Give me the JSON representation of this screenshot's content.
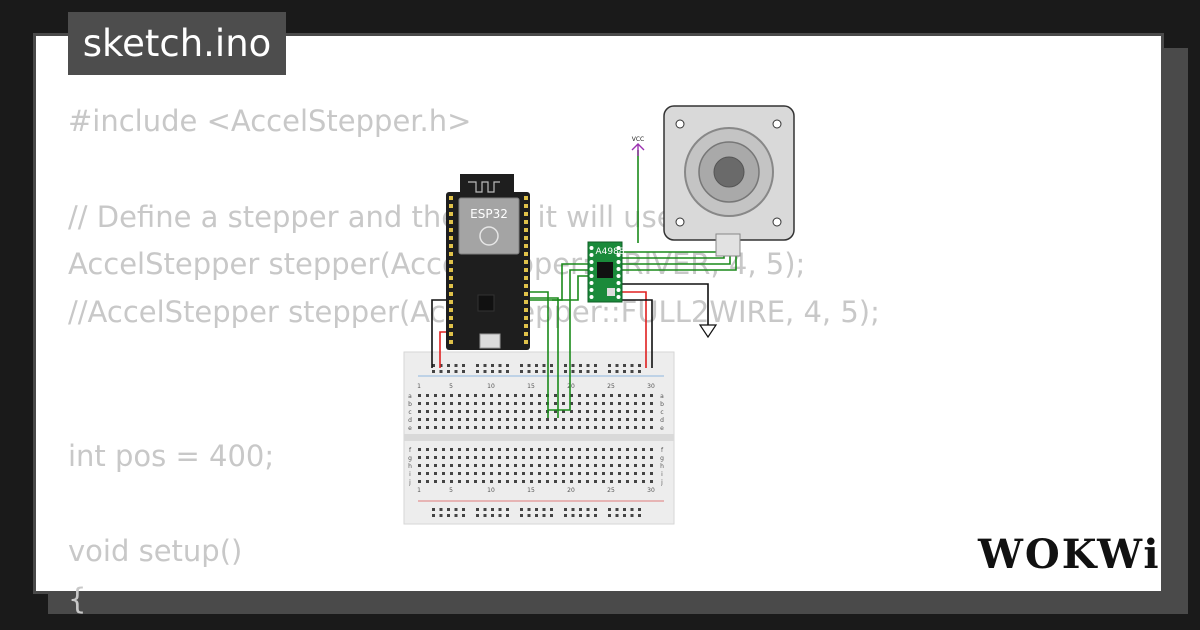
{
  "header": {
    "filename": "sketch.ino"
  },
  "code": {
    "lines": [
      "#include <AccelStepper.h>",
      "",
      "// Define a stepper and the pins it will use",
      "AccelStepper stepper(AccelStepper::DRIVER, 4, 5);",
      "//AccelStepper stepper(AccelStepper::FULL2WIRE, 4, 5);",
      "",
      "",
      "int pos = 400;",
      "",
      "void setup()",
      "{"
    ]
  },
  "diagram": {
    "esp32_label": "ESP32",
    "driver_label": "A4988",
    "vcc_label": "VCC",
    "breadboard_columns": [
      "1",
      "5",
      "10",
      "15",
      "20",
      "25",
      "30"
    ],
    "breadboard_rows_top": [
      "a",
      "b",
      "c",
      "d",
      "e"
    ],
    "breadboard_rows_bottom": [
      "f",
      "g",
      "h",
      "i",
      "j"
    ],
    "wire_colors": {
      "green": "#1a8a1a",
      "red": "#e02020",
      "black": "#111111",
      "purple": "#9b30b0"
    }
  },
  "brand": {
    "logo_text": "WOKWi",
    "logo_icon": "wokwi-logo"
  }
}
